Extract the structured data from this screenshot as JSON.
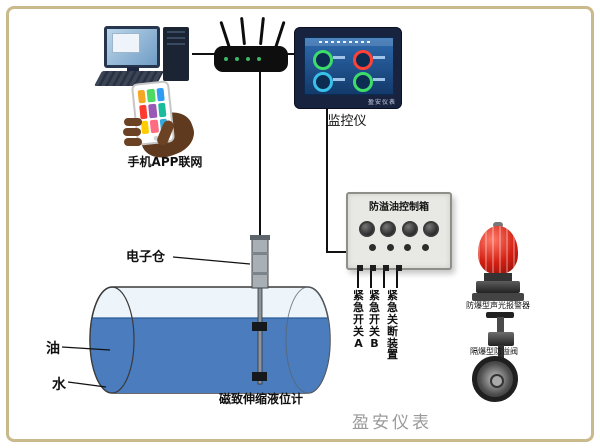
{
  "colors": {
    "frame_border": "#c9b98b",
    "tank_liquid": "#4a7cbe",
    "alarm_red": "#d21f12",
    "hmi_screen_blue": "#2e6cb0"
  },
  "network": {
    "phone_app_label": "手机APP联网",
    "monitor_label": "监控仪"
  },
  "tank": {
    "compartment_label": "电子仓",
    "oil_label": "油",
    "water_label": "水",
    "gauge_label": "磁致伸缩液位计"
  },
  "control_box": {
    "title": "防溢油控制箱",
    "switch_a_label": "紧急开关A",
    "switch_b_label": "紧急开关B",
    "shutoff_label": "紧急关断装置"
  },
  "right_devices": {
    "alarm_label": "防爆型声光报警器",
    "valve_label": "隔爆型防溢阀"
  },
  "hmi": {
    "brand": "盈安仪表"
  },
  "watermark": "盈安仪表"
}
